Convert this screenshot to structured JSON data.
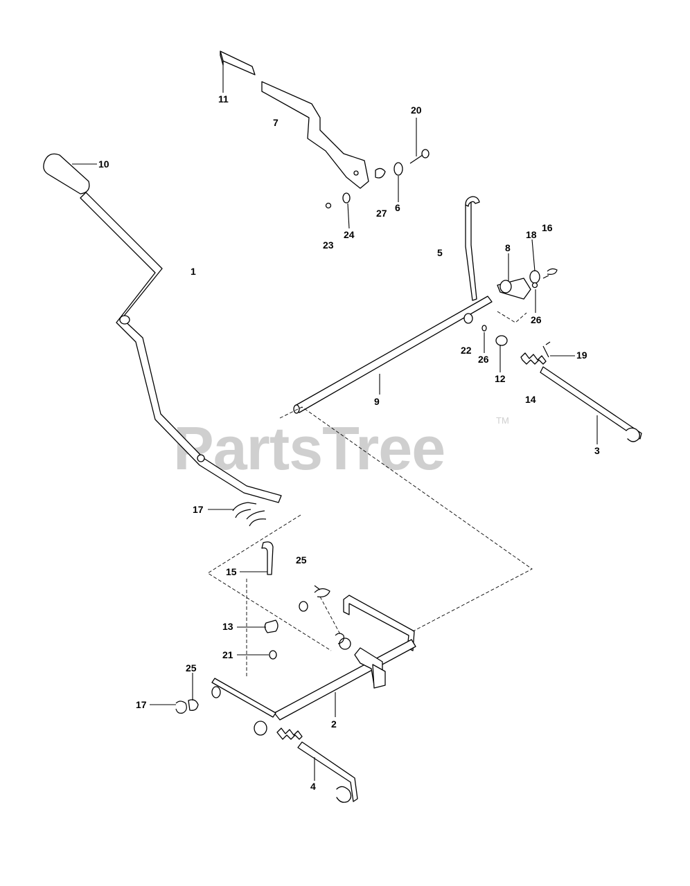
{
  "watermark": {
    "text": "PartsTree",
    "mark": "TM"
  },
  "callouts": {
    "c1": "1",
    "c2": "2",
    "c3": "3",
    "c4": "4",
    "c5": "5",
    "c6": "6",
    "c7": "7",
    "c8": "8",
    "c9": "9",
    "c10": "10",
    "c11": "11",
    "c12": "12",
    "c13": "13",
    "c14": "14",
    "c15": "15",
    "c16": "16",
    "c17a": "17",
    "c17b": "17",
    "c18": "18",
    "c19": "19",
    "c20": "20",
    "c21": "21",
    "c22": "22",
    "c23": "23",
    "c24": "24",
    "c25a": "25",
    "c25b": "25",
    "c26a": "26",
    "c26b": "26",
    "c27": "27"
  }
}
